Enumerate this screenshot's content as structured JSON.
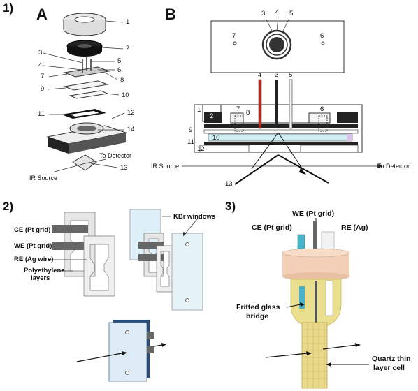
{
  "panel1": {
    "number": "1)",
    "partA": {
      "letter": "A",
      "callouts": [
        "1",
        "2",
        "3",
        "4",
        "5",
        "6",
        "7",
        "8",
        "9",
        "10",
        "11",
        "12",
        "14",
        "13"
      ],
      "ir_source": "IR Source",
      "to_detector": "To Detector"
    },
    "partB": {
      "letter": "B",
      "top_callouts": [
        "3",
        "4",
        "5",
        "7",
        "6"
      ],
      "cross_callouts": [
        "4",
        "3",
        "5",
        "1",
        "2",
        "8",
        "7",
        "6",
        "9",
        "10",
        "11",
        "12",
        "13"
      ],
      "ir_source": "IR Source",
      "to_detector": "To Detector"
    }
  },
  "panel2": {
    "number": "2)",
    "labels": {
      "ce": "CE (Pt grid)",
      "we": "WE (Pt grid)",
      "re": "RE (Ag wire)",
      "polyethylene": "Polyethylene",
      "layers": "layers",
      "kbr": "KBr windows"
    }
  },
  "panel3": {
    "number": "3)",
    "labels": {
      "we": "WE (Pt grid)",
      "ce": "CE (Pt grid)",
      "re": "RE (Ag)",
      "fritted1": "Fritted glass",
      "fritted2": "bridge",
      "quartz1": "Quartz thin",
      "quartz2": "layer cell"
    }
  },
  "colors": {
    "red_electrode": "#b0281e",
    "cyan_window": "#cfeef3",
    "teflon_cap": "#f2cfb6",
    "quartz_cell": "#e9d98a",
    "dark": "#222222"
  }
}
